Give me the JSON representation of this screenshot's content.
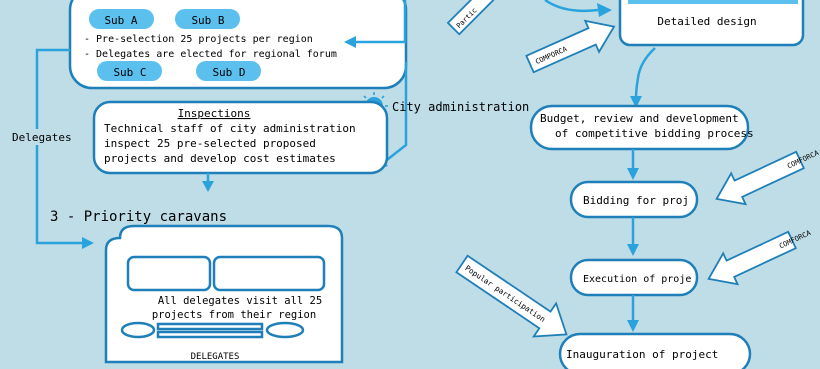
{
  "regional": {
    "sub_a": "Sub A",
    "sub_b": "Sub B",
    "sub_c": "Sub C",
    "sub_d": "Sub D",
    "line1": "- Pre-selection 25 projects per region",
    "line2": "- Delegates are elected for regional forum"
  },
  "inspections": {
    "title": "Inspections",
    "line1": "Technical staff of city administration",
    "line2": "inspect 25 pre-selected proposed",
    "line3": "projects and develop cost estimates"
  },
  "labels": {
    "delegates_side": "Delegates",
    "city_admin": "City administration",
    "caravans": "3 - Priority caravans",
    "bus_line1": "All delegates visit all 25",
    "bus_line2": "projects from their region",
    "bus_plate": "DELEGATES",
    "partial_top": "Partic",
    "popular": "Popular participation"
  },
  "right_flow": {
    "design": "Detailed design",
    "budget_line1": "Budget, review and development",
    "budget_line2": "of competitive bidding process",
    "bidding": "Bidding for proj",
    "execution": "Execution of proje",
    "inauguration": "Inauguration of project",
    "comforca": "COMFORCA",
    "comforca_alt": "COMPORCA"
  },
  "colors": {
    "background": "#bfdde7",
    "node_border": "#1f7fb8",
    "pill": "#5bc0ee",
    "arrow": "#2aa3dd"
  }
}
